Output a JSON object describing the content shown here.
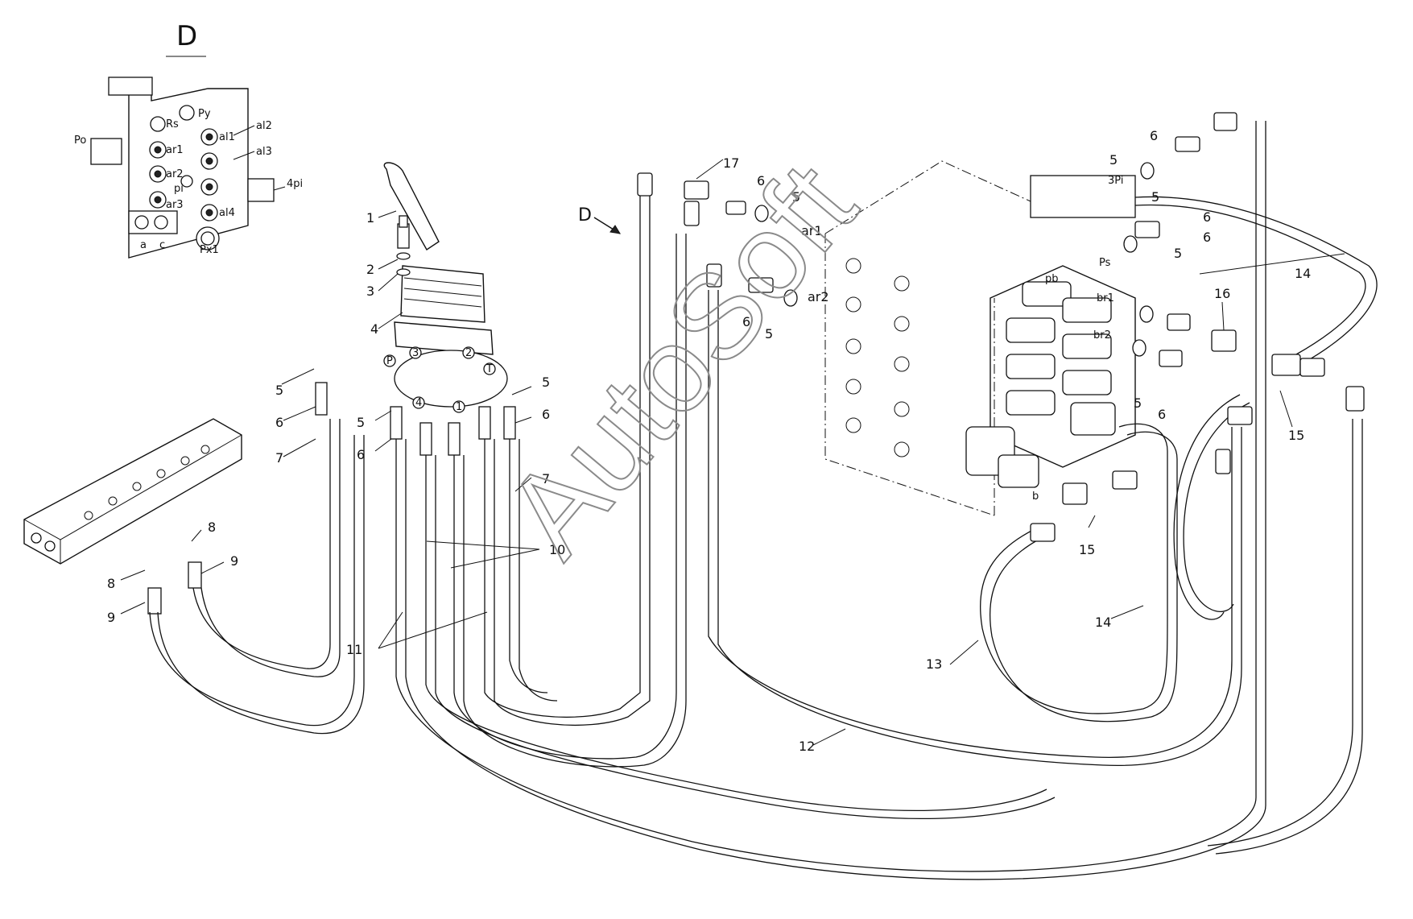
{
  "view": {
    "detail_title": "D",
    "view_arrow": "D"
  },
  "detail_ports": {
    "po": "Po",
    "rs": "Rs",
    "py": "Py",
    "ar1": "ar1",
    "al1": "al1",
    "al2": "al2",
    "al3": "al3",
    "ar2": "ar2",
    "pi": "pi",
    "ar3": "ar3",
    "al4": "al4",
    "a": "a",
    "c": "c",
    "px1": "Px1",
    "pi4": "4pi"
  },
  "valve_ports": {
    "ar1": "ar1",
    "ar2": "ar2",
    "pi3": "3Pi",
    "ps": "Ps",
    "pb": "pb",
    "br1": "br1",
    "br2": "br2",
    "b": "b"
  },
  "joystick_ports": {
    "p": "P",
    "t": "T",
    "n1": "1",
    "n2": "2",
    "n3": "3",
    "n4": "4"
  },
  "callouts": {
    "c1": "1",
    "c2": "2",
    "c3": "3",
    "c4": "4",
    "c5a": "5",
    "c6a": "6",
    "c7a": "7",
    "c5b": "5",
    "c6b": "6",
    "c5c": "5",
    "c6c": "6",
    "c7b": "7",
    "c8a": "8",
    "c9a": "9",
    "c8b": "8",
    "c9b": "9",
    "c10": "10",
    "c11": "11",
    "c12": "12",
    "c13": "13",
    "c14a": "14",
    "c14b": "14",
    "c15a": "15",
    "c15b": "15",
    "c16": "16",
    "c17": "17",
    "c6d": "6",
    "c5d": "5",
    "c6e": "6",
    "c5e": "5",
    "c5f": "5",
    "c6f": "6",
    "c5g": "5",
    "c6g": "6",
    "c5h": "5",
    "c6h": "6",
    "c5i": "5",
    "c6i": "6"
  },
  "watermark": "AutoSoft"
}
